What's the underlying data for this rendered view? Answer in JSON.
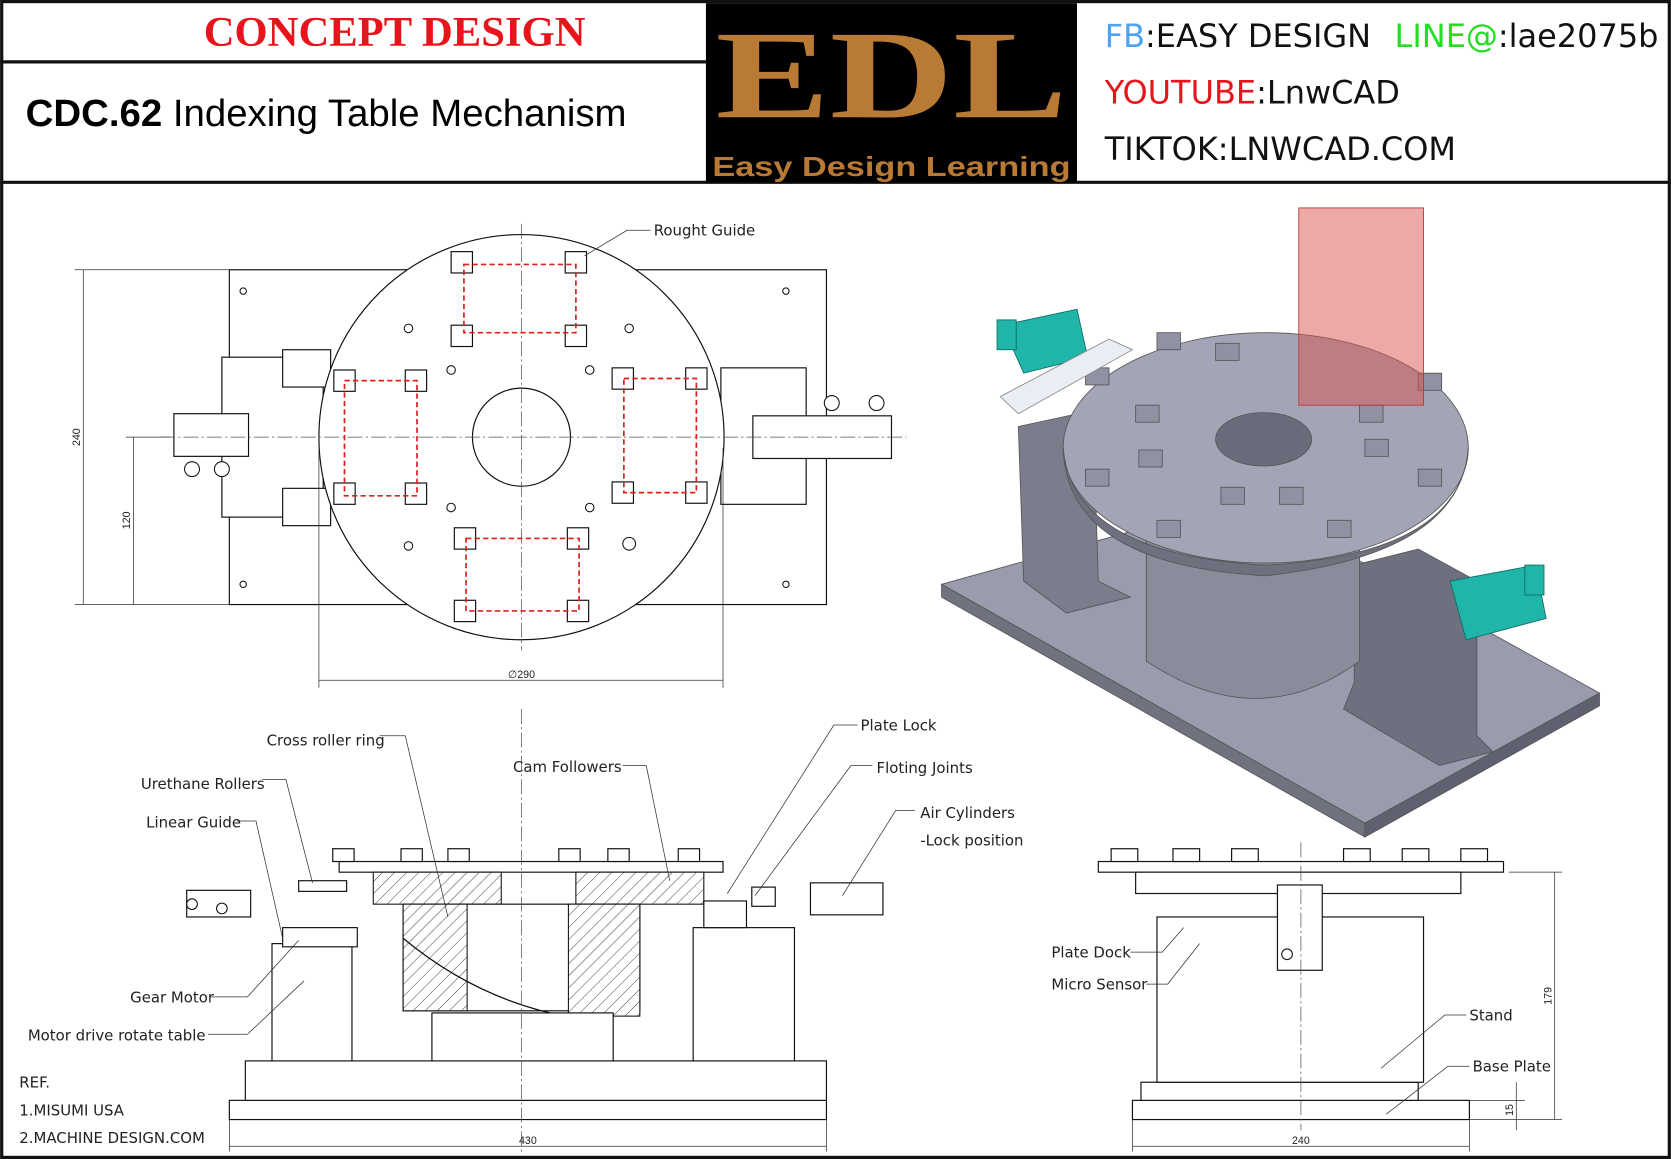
{
  "header": {
    "banner": "CONCEPT DESIGN",
    "title_code": "CDC.62",
    "title_text": " Indexing Table Mechanism",
    "logo_letters": "EDL",
    "logo_tagline": "Easy Design Learning",
    "contacts": {
      "fb_label": "FB",
      "fb_value": ":EASY DESIGN",
      "line_label": "LINE@",
      "line_value": ":lae2075b",
      "youtube_label": "YOUTUBE",
      "youtube_value": ":LnwCAD",
      "tiktok_label": "TIKTOK",
      "tiktok_value": ":LNWCAD.COM"
    }
  },
  "colors": {
    "banner": "#e8141c",
    "logo_bg": "#000000",
    "logo_fg": "#b97a35",
    "fb": "#4da3f0",
    "line": "#22dd22",
    "youtube": "#e8141c",
    "iso_body": "#9a9cae",
    "guide_box": "#d9534f",
    "cylinder": "#1fb5a8"
  },
  "top_view": {
    "callout": "Rought Guide",
    "dims": {
      "height": "240",
      "half_height": "120",
      "diameter": "∅290"
    }
  },
  "front_view": {
    "callouts": {
      "cross_roller_ring": "Cross roller ring",
      "urethane_rollers": "Urethane Rollers",
      "linear_guide": "Linear Guide",
      "cam_followers": "Cam Followers",
      "plate_lock": "Plate Lock",
      "floting_joints": "Floting Joints",
      "air_cylinders": "Air Cylinders",
      "lock_position": "-Lock position",
      "gear_motor": "Gear Motor",
      "motor_drive": "Motor  drive rotate table"
    },
    "dims": {
      "width": "430"
    }
  },
  "side_view": {
    "callouts": {
      "plate_dock": "Plate Dock",
      "micro_sensor": "Micro Sensor",
      "stand": "Stand",
      "base_plate": "Base Plate"
    },
    "dims": {
      "height": "179",
      "plate": "15",
      "width": "240"
    }
  },
  "references": {
    "title": "REF.",
    "items": [
      "1.MISUMI USA",
      "2.MACHINE DESIGN.COM"
    ]
  }
}
